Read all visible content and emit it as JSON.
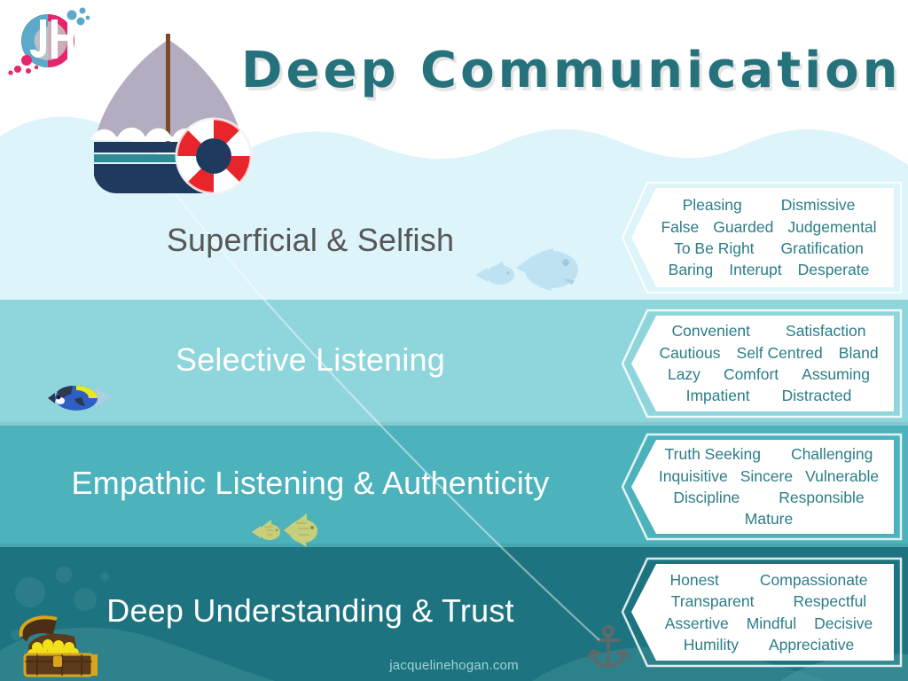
{
  "page": {
    "title": "Deep Communication",
    "watermark": "jacquelinehogan.com",
    "logo_alt": "jh-monogram-logo"
  },
  "colors": {
    "title": "#26727C",
    "band_1_bg": "#DCF4FA",
    "band_2_bg": "#8ED6DC",
    "band_3_bg": "#4CB2BC",
    "band_4_bg": "#1D7480",
    "word_text": "#2C7D87",
    "label_dark": "#575757",
    "label_light": "#FFFFFF",
    "logo_pink": "#E5266F",
    "logo_blue": "#5CA9C9",
    "logo_grey": "#C7C7C7",
    "boat_hull": "#1E3A5F",
    "boat_sail": "#B4ACC0",
    "lifering_red": "#E8252B",
    "chest_gold": "#F2E11A",
    "watermark": "#9FD2D4"
  },
  "levels": [
    {
      "label": "Superficial & Selfish",
      "label_color": "#575757",
      "band_color": "#DCF4FA",
      "word_rows": [
        [
          "Pleasing",
          "Dismissive"
        ],
        [
          "False",
          "Guarded",
          "Judgemental"
        ],
        [
          "To Be Right",
          "Gratification"
        ],
        [
          "Baring",
          "Interupt",
          "Desperate"
        ]
      ]
    },
    {
      "label": "Selective Listening",
      "label_color": "#FFFFFF",
      "band_color": "#8ED6DC",
      "word_rows": [
        [
          "Convenient",
          "Satisfaction"
        ],
        [
          "Cautious",
          "Self Centred",
          "Bland"
        ],
        [
          "Lazy",
          "Comfort",
          "Assuming"
        ],
        [
          "Impatient",
          "Distracted"
        ]
      ]
    },
    {
      "label": "Empathic Listening & Authenticity",
      "label_color": "#FFFFFF",
      "band_color": "#4CB2BC",
      "word_rows": [
        [
          "Truth Seeking",
          "Challenging"
        ],
        [
          "Inquisitive",
          "Sincere",
          "Vulnerable"
        ],
        [
          "Discipline",
          "Responsible"
        ],
        [
          "Mature"
        ]
      ]
    },
    {
      "label": "Deep Understanding & Trust",
      "label_color": "#FFFFFF",
      "band_color": "#1D7480",
      "word_rows": [
        [
          "Honest",
          "Compassionate"
        ],
        [
          "Transparent",
          "Respectful"
        ],
        [
          "Assertive",
          "Mindful",
          "Decisive"
        ],
        [
          "Humility",
          "Appreciative"
        ]
      ]
    }
  ],
  "decorations": [
    {
      "name": "sailboat",
      "desc": "sailboat with grey sail and life ring"
    },
    {
      "name": "fishing-line",
      "desc": "line from boat to anchor"
    },
    {
      "name": "fish-pale-pair",
      "desc": "two pale blue fish"
    },
    {
      "name": "fish-blue-tang",
      "desc": "blue tang fish"
    },
    {
      "name": "fish-green-pair",
      "desc": "two olive green fish"
    },
    {
      "name": "treasure-chest",
      "desc": "open chest full of gold"
    },
    {
      "name": "anchor",
      "desc": "anchor on the seabed"
    }
  ]
}
